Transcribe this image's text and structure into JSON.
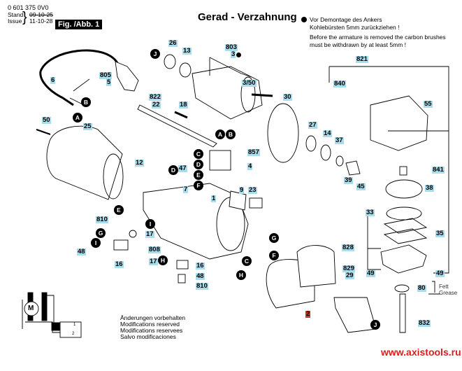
{
  "header": {
    "part_number": "0 601 375 0V0",
    "stand_label": "Stand",
    "issue_label": "Issue",
    "date_old": "09-10-25",
    "date_new": "11-10-28",
    "figure_label": "Fig. /Abb. 1"
  },
  "title": "Gerad - Verzahnung",
  "note": {
    "line1": "Vor Demontage des Ankers",
    "line2": "Kohlebürsten 5mm zurückziehen !",
    "line3": "Before the armature is removed the carbon brushes",
    "line4": "must be withdrawn by at least 5mm !"
  },
  "part_labels": {
    "p805": "805",
    "p5": "5",
    "p6": "6",
    "p50": "50",
    "p25": "25",
    "p26": "26",
    "p13": "13",
    "p803": "803",
    "p3": "3",
    "p3_50": "3/50",
    "p822": "822",
    "p22": "22",
    "p18": "18",
    "p857": "857",
    "p4": "4",
    "p12": "12",
    "p47": "47",
    "p7": "7",
    "p9": "9",
    "p23": "23",
    "p1": "1",
    "p810a": "810",
    "p17a": "17",
    "p48a": "48",
    "p16a": "16",
    "p808": "808",
    "p17b": "17",
    "p16b": "16",
    "p48b": "48",
    "p810b": "810",
    "p30": "30",
    "p27": "27",
    "p14": "14",
    "p37": "37",
    "p39": "39",
    "p45": "45",
    "p821": "821",
    "p840": "840",
    "p55": "55",
    "p841": "841",
    "p38": "38",
    "p33": "33",
    "p35": "35",
    "p828": "828",
    "p829": "829",
    "p29": "29",
    "p49a": "49",
    "p49b": "49",
    "p80": "80",
    "p832": "832",
    "p2": "2"
  },
  "connectors": {
    "A": "A",
    "B": "B",
    "C": "C",
    "D": "D",
    "E": "E",
    "F": "F",
    "G": "G",
    "H": "H",
    "I": "I",
    "J": "J"
  },
  "grease": {
    "de": "Fett",
    "en": "Grease"
  },
  "modifications": [
    "Änderungen vorbehalten",
    "Modifications reserved",
    "Modifications reservees",
    "Salvo modificaciones"
  ],
  "schematic": {
    "motor": "M",
    "switch1": "1",
    "switch2": "2"
  },
  "website": "www.axistools.ru",
  "colors": {
    "label_bg": "#a9dcec",
    "highlight": "#d2361d",
    "url": "#e01b1b"
  }
}
